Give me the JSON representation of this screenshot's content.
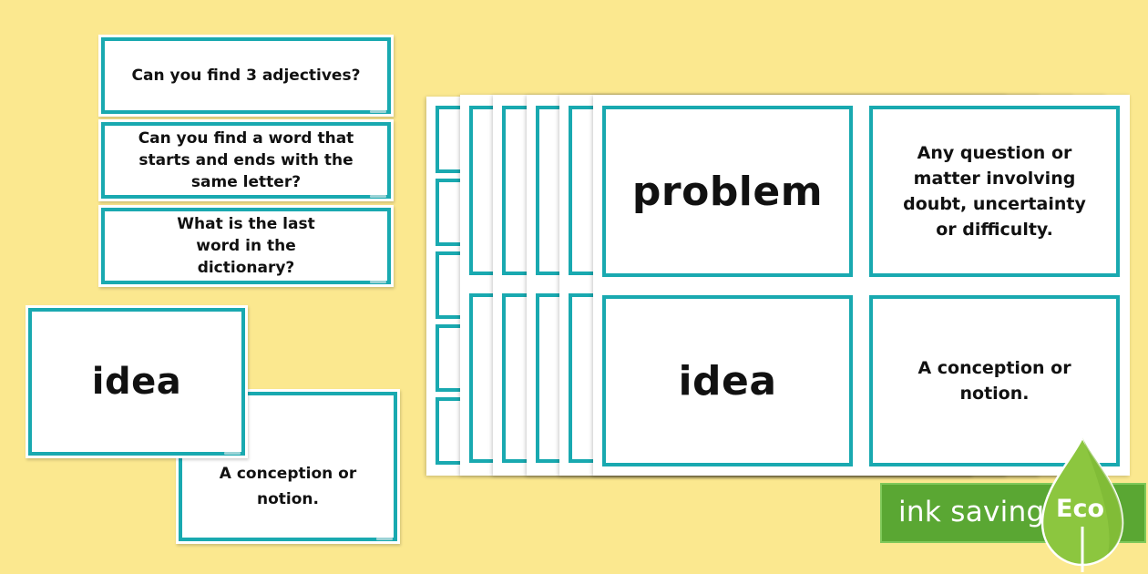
{
  "question_cards": [
    {
      "text": "Can you find 3 adjectives?"
    },
    {
      "text": "Can you find a word that starts and ends with the same letter?"
    },
    {
      "text": "What is the last word in the dictionary?"
    }
  ],
  "loose_cards": {
    "word": "idea",
    "definition": "A conception or notion."
  },
  "sheet_cards": [
    {
      "word": "problem",
      "definition": "Any question or matter involving doubt, uncertainty or difficulty."
    },
    {
      "word": "idea",
      "definition": "A conception or notion."
    }
  ],
  "badge": {
    "label": "ink saving",
    "eco": "Eco"
  },
  "colors": {
    "background": "#fbe88f",
    "card_border": "#19a9b0",
    "badge_green": "#5aa733"
  }
}
